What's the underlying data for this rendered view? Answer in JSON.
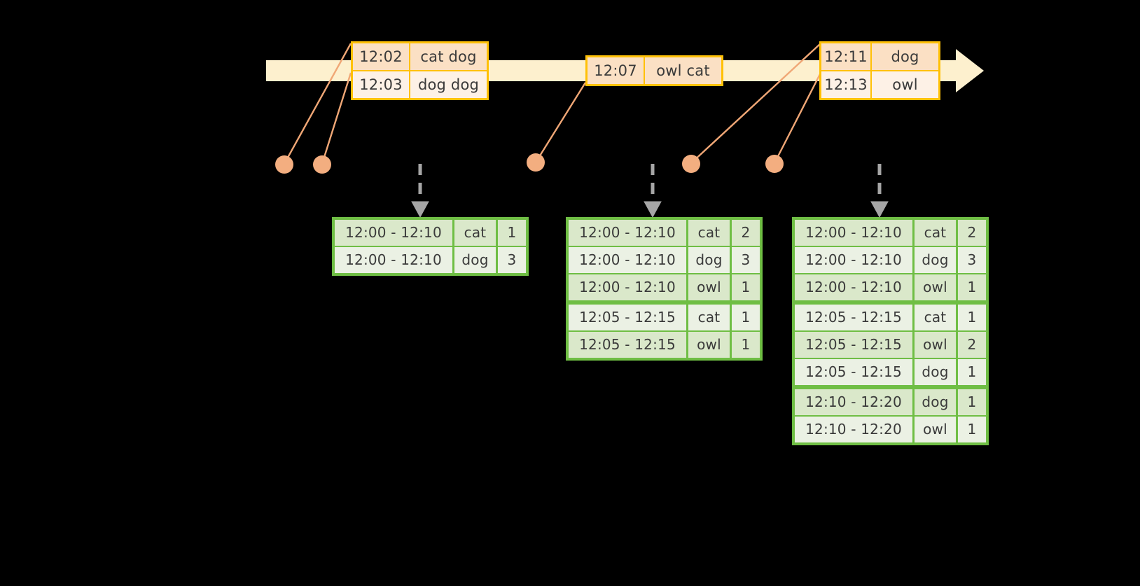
{
  "diagram": {
    "type": "sliding-window-aggregation",
    "timeline": {
      "name": "event-stream-timeline",
      "direction": "left-to-right",
      "color": "#FDF0CE",
      "border_color": "#FFC107"
    },
    "colors": {
      "timeline_band": "#FDF0CE",
      "event_border": "#FFC107",
      "event_shade_a": "#FBE0C4",
      "event_shade_b": "#FDF1E6",
      "table_border": "#6FBE44",
      "table_shade_a": "#DAE8CA",
      "table_shade_b": "#EBF1E4",
      "connector": "#F0A776",
      "arrow": "#A6A6A6",
      "text": "#3A3A3A",
      "background": "#000000"
    },
    "events": [
      {
        "name": "event-group-1",
        "rows": [
          {
            "time": "12:02",
            "words": "cat dog"
          },
          {
            "time": "12:03",
            "words": "dog dog"
          }
        ]
      },
      {
        "name": "event-group-2",
        "rows": [
          {
            "time": "12:07",
            "words": "owl cat"
          }
        ]
      },
      {
        "name": "event-group-3",
        "rows": [
          {
            "time": "12:11",
            "words": "dog"
          },
          {
            "time": "12:13",
            "words": "owl"
          }
        ]
      }
    ],
    "tables": [
      {
        "name": "result-table-1",
        "rows": [
          {
            "window": "12:00 - 12:10",
            "key": "cat",
            "count": "1"
          },
          {
            "window": "12:00 - 12:10",
            "key": "dog",
            "count": "3"
          }
        ]
      },
      {
        "name": "result-table-2",
        "rows": [
          {
            "window": "12:00 - 12:10",
            "key": "cat",
            "count": "2"
          },
          {
            "window": "12:00 - 12:10",
            "key": "dog",
            "count": "3"
          },
          {
            "window": "12:00 - 12:10",
            "key": "owl",
            "count": "1"
          },
          {
            "window": "12:05 - 12:15",
            "key": "cat",
            "count": "1"
          },
          {
            "window": "12:05 - 12:15",
            "key": "owl",
            "count": "1"
          }
        ]
      },
      {
        "name": "result-table-3",
        "rows": [
          {
            "window": "12:00 - 12:10",
            "key": "cat",
            "count": "2"
          },
          {
            "window": "12:00 - 12:10",
            "key": "dog",
            "count": "3"
          },
          {
            "window": "12:00 - 12:10",
            "key": "owl",
            "count": "1"
          },
          {
            "window": "12:05 - 12:15",
            "key": "cat",
            "count": "1"
          },
          {
            "window": "12:05 - 12:15",
            "key": "owl",
            "count": "2"
          },
          {
            "window": "12:05 - 12:15",
            "key": "dog",
            "count": "1"
          },
          {
            "window": "12:10 - 12:20",
            "key": "dog",
            "count": "1"
          },
          {
            "window": "12:10 - 12:20",
            "key": "owl",
            "count": "1"
          }
        ]
      }
    ]
  }
}
